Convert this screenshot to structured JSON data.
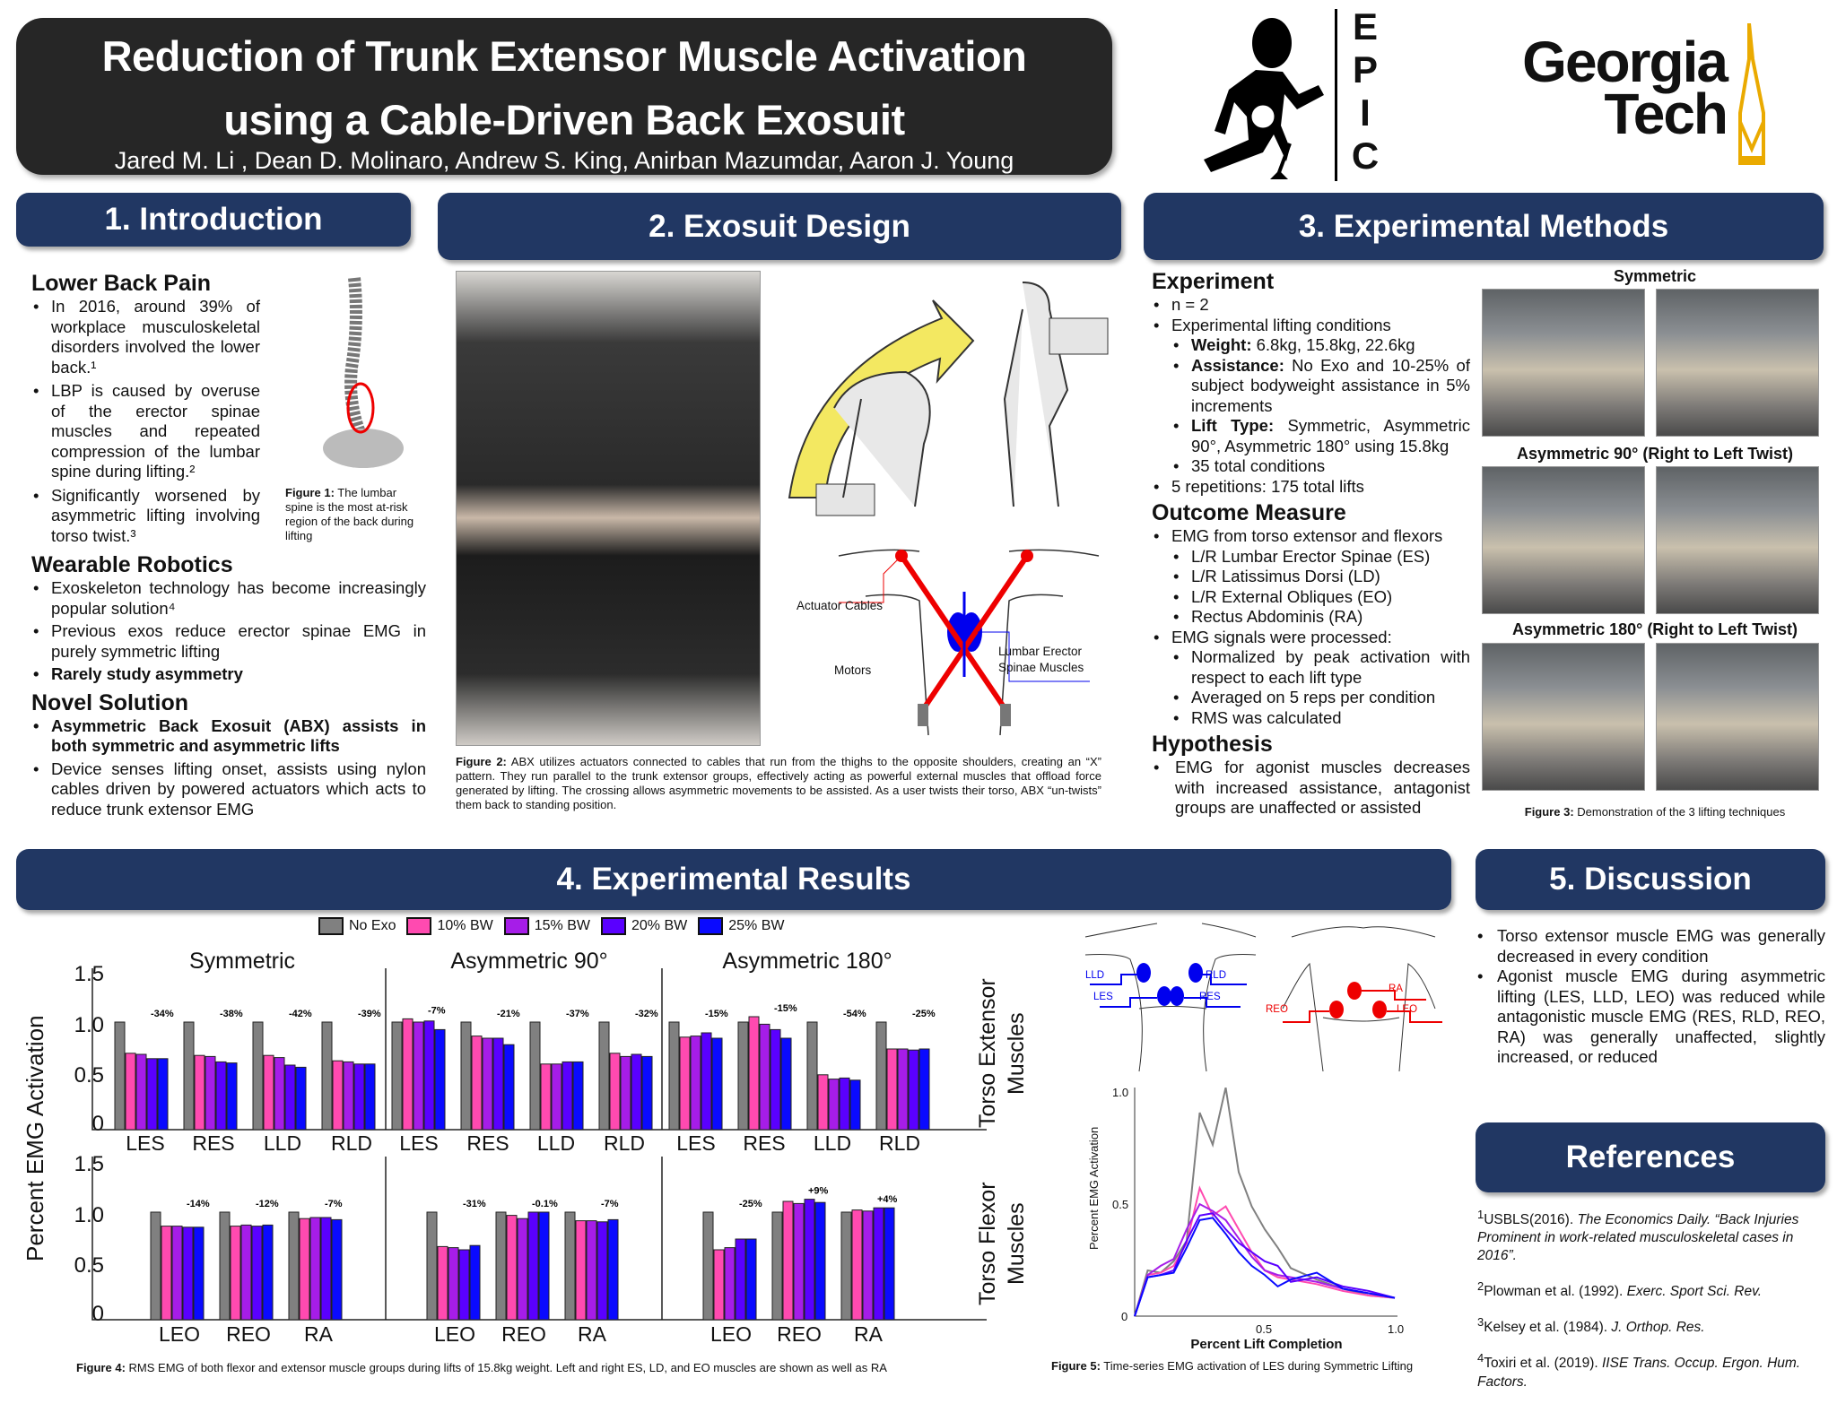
{
  "title": {
    "line1": "Reduction of Trunk Extensor Muscle Activation",
    "line2": "using a Cable-Driven Back Exosuit",
    "authors": "Jared M. Li , Dean D. Molinaro, Andrew S. King, Anirban Mazumdar, Aaron J. Young"
  },
  "logos": {
    "epic": [
      "E",
      "P",
      "I",
      "C"
    ],
    "gt_line1": "Georgia",
    "gt_line2": "Tech",
    "gt_color": "#EAAA00"
  },
  "sections": {
    "intro": {
      "header": "1. Introduction",
      "lbp_title": "Lower Back Pain",
      "lbp_items": [
        "In 2016, around 39% of workplace musculoskeletal disorders involved the lower back.¹",
        "LBP is caused by overuse of the erector spinae muscles and repeated compression of the lumbar spine during lifting.²",
        "Significantly worsened by asymmetric lifting involving torso twist.³"
      ],
      "fig1_label": "Figure 1:",
      "fig1_text": " The lumbar spine is the most at-risk region of the back during lifting",
      "wr_title": "Wearable Robotics",
      "wr_items": [
        "Exoskeleton technology has become increasingly popular solution⁴",
        "Previous exos reduce erector spinae EMG in purely symmetric lifting",
        "Rarely study asymmetry"
      ],
      "ns_title": "Novel Solution",
      "ns_items": [
        "Asymmetric Back Exosuit (ABX) assists in both symmetric and asymmetric lifts",
        "Device senses lifting onset, assists using nylon cables driven by powered actuators which acts to reduce trunk extensor EMG"
      ]
    },
    "design": {
      "header": "2. Exosuit Design",
      "labels": {
        "actuator": "Actuator Cables",
        "motors": "Motors",
        "les1": "Lumbar Erector",
        "les2": "Spinae Muscles"
      },
      "fig2_label": "Figure 2:",
      "fig2_text": " ABX utilizes actuators connected to cables that run from the thighs to the opposite shoulders, creating an “X” pattern. They run parallel to the trunk extensor groups, effectively acting as powerful external muscles that offload force generated by lifting. The crossing allows asymmetric movements to be assisted. As a user twists their torso, ABX “un-twists” them back to standing position."
    },
    "methods": {
      "header": "3. Experimental Methods",
      "exp_title": "Experiment",
      "exp_n": "n = 2",
      "exp_cond": "Experimental lifting conditions",
      "weight_label": "Weight:",
      "weight_val": " 6.8kg, 15.8kg, 22.6kg",
      "assist_label": "Assistance:",
      "assist_val": " No Exo and 10-25% of subject bodyweight assistance in 5% increments",
      "lift_label": "Lift Type:",
      "lift_val": " Symmetric, Asymmetric 90°, Asymmetric 180° using 15.8kg",
      "total_cond": "35 total conditions",
      "reps": "5 repetitions: 175 total lifts",
      "om_title": "Outcome Measure",
      "om_emg": "EMG from torso extensor and flexors",
      "om_muscles": [
        "L/R Lumbar Erector Spinae (ES)",
        "L/R Latissimus Dorsi (LD)",
        "L/R External Obliques (EO)",
        "Rectus Abdominis (RA)"
      ],
      "om_proc": "EMG signals were processed:",
      "om_steps": [
        "Normalized by peak activation with respect to each lift type",
        "Averaged on 5 reps per condition",
        "RMS was calculated"
      ],
      "hyp_title": "Hypothesis",
      "hyp_text": "EMG for agonist muscles decreases with increased assistance, antagonist groups are unaffected or assisted",
      "photo_titles": [
        "Symmetric",
        "Asymmetric 90° (Right to Left Twist)",
        "Asymmetric 180° (Right to Left Twist)"
      ],
      "fig3_label": "Figure 3:",
      "fig3_text": " Demonstration of the 3 lifting techniques"
    },
    "results": {
      "header": "4. Experimental Results",
      "ylabel": "Percent EMG Activation",
      "row_labels": [
        "Torso Extensor Muscles",
        "Torso Flexor Muscles"
      ],
      "fig4_label": "Figure 4:",
      "fig4_text": " RMS EMG of both flexor and extensor muscle groups during lifts of 15.8kg weight. Left and right ES, LD, and EO muscles are shown as well as RA",
      "fig5_label": "Figure 5:",
      "fig5_text": " Time-series EMG activation of LES during Symmetric Lifting",
      "fig5_xlabel": "Percent Lift Completion",
      "fig5_ylabel": "Percent EMG Activation",
      "body_labels_back": [
        "LLD",
        "RLD",
        "LES",
        "RES"
      ],
      "body_labels_front": [
        "RA",
        "REO",
        "LEO"
      ]
    },
    "discussion": {
      "header": "5. Discussion",
      "items": [
        "Torso extensor muscle EMG was generally decreased in every condition",
        "Agonist muscle EMG during asymmetric lifting (LES, LLD, LEO) was reduced while antagonistic muscle EMG (RES, RLD, REO, RA) was generally unaffected, slightly increased, or reduced"
      ]
    },
    "references": {
      "header": "References",
      "items": [
        {
          "sup": "1",
          "plain": "USBLS(2016). ",
          "ital": "The Economics Daily. “Back Injuries Prominent in work-related musculoskeletal cases in 2016”."
        },
        {
          "sup": "2",
          "plain": "Plowman et al. (1992). ",
          "ital": "Exerc. Sport Sci. Rev."
        },
        {
          "sup": "3",
          "plain": "Kelsey et al. (1984). ",
          "ital": "J. Orthop. Res."
        },
        {
          "sup": "4",
          "plain": "Toxiri et al. (2019). ",
          "ital": "IISE Trans. Occup.  Ergon. Hum. Factors."
        }
      ]
    }
  },
  "chart_data": [
    {
      "type": "bar",
      "title": "Figure 4: RMS EMG (15.8kg lifts)",
      "ylabel": "Percent EMG Activation",
      "ylim": [
        0,
        1.5
      ],
      "yticks": [
        "1.5",
        "1.0",
        "0.5",
        "0"
      ],
      "legend": [
        {
          "name": "No Exo",
          "color": "#808080"
        },
        {
          "name": "10% BW",
          "color": "#FF4AB0"
        },
        {
          "name": "15% BW",
          "color": "#A61DE8"
        },
        {
          "name": "20% BW",
          "color": "#5A00FF"
        },
        {
          "name": "25% BW",
          "color": "#0A0AFF"
        }
      ],
      "panels": [
        {
          "title": "Symmetric",
          "row": "extensor",
          "groups": [
            {
              "label": "LES",
              "values": [
                1.0,
                0.71,
                0.7,
                0.66,
                0.66
              ],
              "change": "-34%"
            },
            {
              "label": "RES",
              "values": [
                1.0,
                0.69,
                0.68,
                0.63,
                0.62
              ],
              "change": "-38%"
            },
            {
              "label": "LLD",
              "values": [
                1.0,
                0.69,
                0.67,
                0.6,
                0.58
              ],
              "change": "-42%"
            },
            {
              "label": "RLD",
              "values": [
                1.0,
                0.64,
                0.63,
                0.61,
                0.61
              ],
              "change": "-39%"
            }
          ]
        },
        {
          "title": "Asymmetric 90°",
          "row": "extensor",
          "groups": [
            {
              "label": "LES",
              "values": [
                1.0,
                1.03,
                1.0,
                1.01,
                0.93
              ],
              "change": "-7%"
            },
            {
              "label": "RES",
              "values": [
                1.0,
                0.87,
                0.85,
                0.85,
                0.79
              ],
              "change": "-21%"
            },
            {
              "label": "LLD",
              "values": [
                1.0,
                0.61,
                0.61,
                0.63,
                0.63
              ],
              "change": "-37%"
            },
            {
              "label": "RLD",
              "values": [
                1.0,
                0.71,
                0.68,
                0.7,
                0.68
              ],
              "change": "-32%"
            }
          ]
        },
        {
          "title": "Asymmetric 180°",
          "row": "extensor",
          "groups": [
            {
              "label": "LES",
              "values": [
                1.0,
                0.86,
                0.87,
                0.9,
                0.85
              ],
              "change": "-15%"
            },
            {
              "label": "RES",
              "values": [
                1.0,
                1.05,
                0.98,
                0.93,
                0.85
              ],
              "change": "-15%"
            },
            {
              "label": "LLD",
              "values": [
                1.0,
                0.51,
                0.47,
                0.48,
                0.46
              ],
              "change": "-54%"
            },
            {
              "label": "RLD",
              "values": [
                1.0,
                0.75,
                0.75,
                0.74,
                0.75
              ],
              "change": "-25%"
            }
          ]
        },
        {
          "title": "Symmetric",
          "row": "flexor",
          "groups": [
            {
              "label": "LEO",
              "values": [
                1.0,
                0.87,
                0.87,
                0.86,
                0.86
              ],
              "change": "-14%"
            },
            {
              "label": "REO",
              "values": [
                1.0,
                0.87,
                0.88,
                0.87,
                0.88
              ],
              "change": "-12%"
            },
            {
              "label": "RA",
              "values": [
                1.0,
                0.94,
                0.95,
                0.95,
                0.93
              ],
              "change": "-7%"
            }
          ]
        },
        {
          "title": "Asymmetric 90°",
          "row": "flexor",
          "groups": [
            {
              "label": "LEO",
              "values": [
                1.0,
                0.68,
                0.67,
                0.65,
                0.69
              ],
              "change": "-31%"
            },
            {
              "label": "REO",
              "values": [
                1.0,
                0.97,
                0.94,
                1.0,
                1.0
              ],
              "change": "-0.1%"
            },
            {
              "label": "RA",
              "values": [
                1.0,
                0.92,
                0.92,
                0.91,
                0.93
              ],
              "change": "-7%"
            }
          ]
        },
        {
          "title": "Asymmetric 180°",
          "row": "flexor",
          "groups": [
            {
              "label": "LEO",
              "values": [
                1.0,
                0.65,
                0.67,
                0.75,
                0.75
              ],
              "change": "-25%"
            },
            {
              "label": "REO",
              "values": [
                1.0,
                1.1,
                1.08,
                1.12,
                1.09
              ],
              "change": "+9%"
            },
            {
              "label": "RA",
              "values": [
                1.0,
                1.02,
                1.01,
                1.04,
                1.04
              ],
              "change": "+4%"
            }
          ]
        }
      ]
    },
    {
      "type": "line",
      "title": "Figure 5: Time-series EMG activation of LES during Symmetric Lifting",
      "xlabel": "Percent Lift Completion",
      "ylabel": "Percent EMG Activation",
      "xlim": [
        0,
        1.0
      ],
      "ylim": [
        0,
        1.0
      ],
      "xticks": [
        "0.5",
        "1.0"
      ],
      "yticks": [
        "1.0",
        "0.5",
        "0"
      ],
      "x": [
        0,
        0.05,
        0.1,
        0.15,
        0.2,
        0.25,
        0.3,
        0.35,
        0.4,
        0.45,
        0.5,
        0.55,
        0.6,
        0.7,
        0.8,
        0.9,
        1.0
      ],
      "series": [
        {
          "name": "No Exo",
          "color": "#808080",
          "values": [
            0,
            0.2,
            0.19,
            0.24,
            0.33,
            0.89,
            0.75,
            1.0,
            0.63,
            0.48,
            0.38,
            0.3,
            0.21,
            0.16,
            0.12,
            0.09,
            0.08
          ]
        },
        {
          "name": "10% BW",
          "color": "#FF4AB0",
          "values": [
            0,
            0.18,
            0.19,
            0.22,
            0.32,
            0.56,
            0.44,
            0.48,
            0.38,
            0.28,
            0.2,
            0.17,
            0.16,
            0.14,
            0.11,
            0.09,
            0.08
          ]
        },
        {
          "name": "15% BW",
          "color": "#A61DE8",
          "values": [
            0,
            0.18,
            0.22,
            0.25,
            0.38,
            0.49,
            0.46,
            0.42,
            0.34,
            0.26,
            0.2,
            0.18,
            0.17,
            0.15,
            0.12,
            0.1,
            0.08
          ]
        },
        {
          "name": "20% BW",
          "color": "#5A00FF",
          "values": [
            0,
            0.17,
            0.18,
            0.2,
            0.33,
            0.44,
            0.45,
            0.38,
            0.32,
            0.28,
            0.24,
            0.22,
            0.15,
            0.17,
            0.13,
            0.11,
            0.08
          ]
        },
        {
          "name": "25% BW",
          "color": "#0A0AFF",
          "values": [
            0,
            0.17,
            0.18,
            0.19,
            0.3,
            0.42,
            0.43,
            0.36,
            0.28,
            0.22,
            0.18,
            0.13,
            0.16,
            0.19,
            0.12,
            0.1,
            0.08
          ]
        }
      ]
    }
  ]
}
